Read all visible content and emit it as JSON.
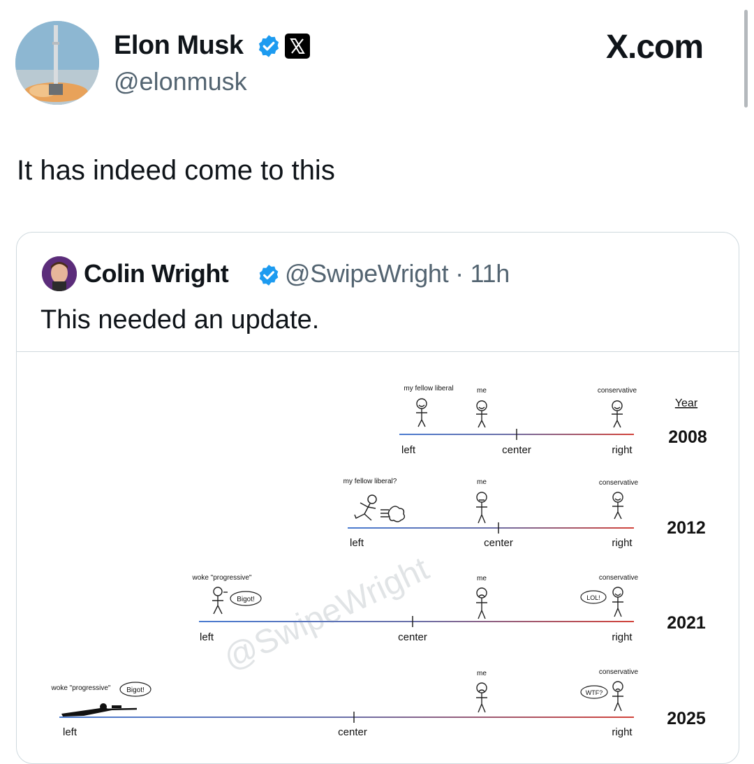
{
  "tweet": {
    "author_name": "Elon Musk",
    "author_handle": "@elonmusk",
    "text": "It has indeed come to this",
    "verified_icon": "verified-badge-icon",
    "affiliation_icon": "x-logo-icon"
  },
  "watermark_site": "X.com",
  "quoted": {
    "author_name": "Colin Wright",
    "author_handle": "@SwipeWright",
    "timestamp": "· 11h",
    "text": "This needed an update."
  },
  "meme": {
    "year_header": "Year",
    "watermark": "@SwipeWright",
    "rows": [
      {
        "year": "2008",
        "left": "left",
        "center": "center",
        "right": "right",
        "fellow_label": "my fellow liberal",
        "me_label": "me",
        "conservative_label": "conservative"
      },
      {
        "year": "2012",
        "left": "left",
        "center": "center",
        "right": "right",
        "fellow_label": "my fellow liberal?",
        "me_label": "me",
        "conservative_label": "conservative"
      },
      {
        "year": "2021",
        "left": "left",
        "center": "center",
        "right": "right",
        "fellow_label": "woke \"progressive\"",
        "speech": "Bigot!",
        "me_label": "me",
        "conservative_label": "conservative",
        "conservative_speech": "LOL!"
      },
      {
        "year": "2025",
        "left": "left",
        "center": "center",
        "right": "right",
        "fellow_label": "woke \"progressive\"",
        "speech": "Bigot!",
        "me_label": "me",
        "conservative_label": "conservative",
        "conservative_speech": "WTF?"
      }
    ]
  },
  "colors": {
    "text": "#0f1419",
    "secondary": "#536471",
    "verified_blue": "#1d9bf0",
    "left_line": "#4a7bd0",
    "right_line": "#d2433a"
  }
}
